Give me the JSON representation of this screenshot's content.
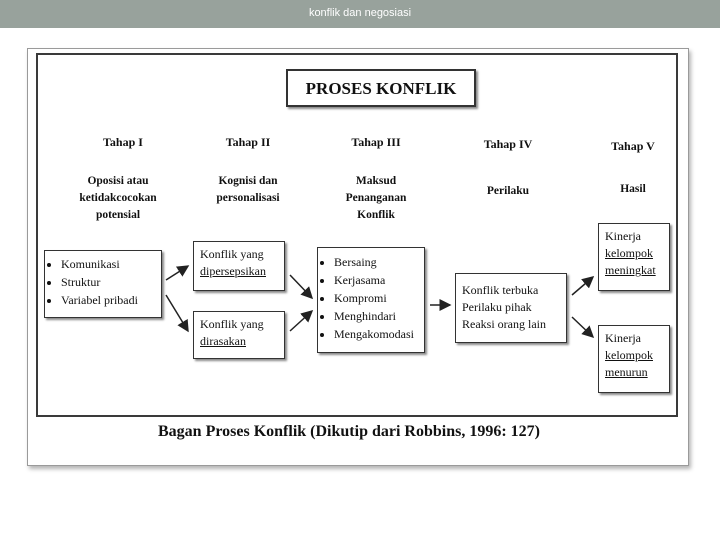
{
  "slide": {
    "title": "konflik dan negosiasi"
  },
  "diagram": {
    "title": "PROSES KONFLIK",
    "stages": [
      {
        "label": "Tahap I",
        "subtitle": [
          "Oposisi atau",
          "ketidakcocokan",
          "potensial"
        ]
      },
      {
        "label": "Tahap II",
        "subtitle": [
          "Kognisi dan",
          "personalisasi"
        ]
      },
      {
        "label": "Tahap III",
        "subtitle": [
          "Maksud",
          "Penanganan",
          "Konflik"
        ]
      },
      {
        "label": "Tahap IV",
        "subtitle": [
          "Perilaku"
        ]
      },
      {
        "label": "Tahap V",
        "subtitle": [
          "Hasil"
        ]
      }
    ],
    "boxes": {
      "stage1": [
        "Komunikasi",
        "Struktur",
        "Variabel pribadi"
      ],
      "stage2a": [
        "Konflik yang",
        "dipersepsikan"
      ],
      "stage2b": [
        "Konflik yang",
        "dirasakan"
      ],
      "stage3": [
        "Bersaing",
        "Kerjasama",
        "Kompromi",
        "Menghindari",
        "Mengakomodasi"
      ],
      "stage4": [
        "Konflik terbuka",
        "Perilaku pihak",
        "Reaksi orang lain"
      ],
      "stage5a": [
        "Kinerja",
        "kelompok",
        "meningkat"
      ],
      "stage5b": [
        "Kinerja",
        "kelompok",
        "menurun"
      ]
    },
    "caption": "Bagan Proses Konflik (Dikutip dari Robbins, 1996: 127)"
  }
}
